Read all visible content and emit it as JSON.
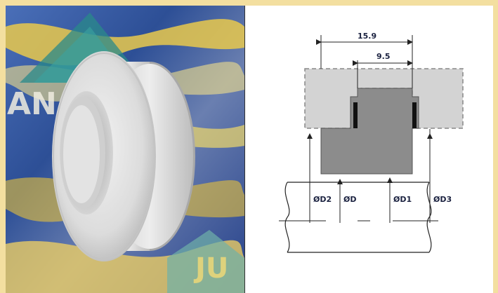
{
  "photo": {
    "backdrop_letters_left": "AN",
    "backdrop_letters_bottom": "JU",
    "icon": "seal-ring-photo"
  },
  "drawing": {
    "labels": {
      "width_outer": "15.9",
      "width_inner": "9.5",
      "d2": "ØD2",
      "d": "ØD",
      "d1": "ØD1",
      "d3": "ØD3"
    }
  },
  "colors": {
    "frame": "#f3dfa0",
    "housing_fill": "#d3d3d3",
    "seal_fill": "#8c8c8c",
    "label": "#1b2240"
  }
}
